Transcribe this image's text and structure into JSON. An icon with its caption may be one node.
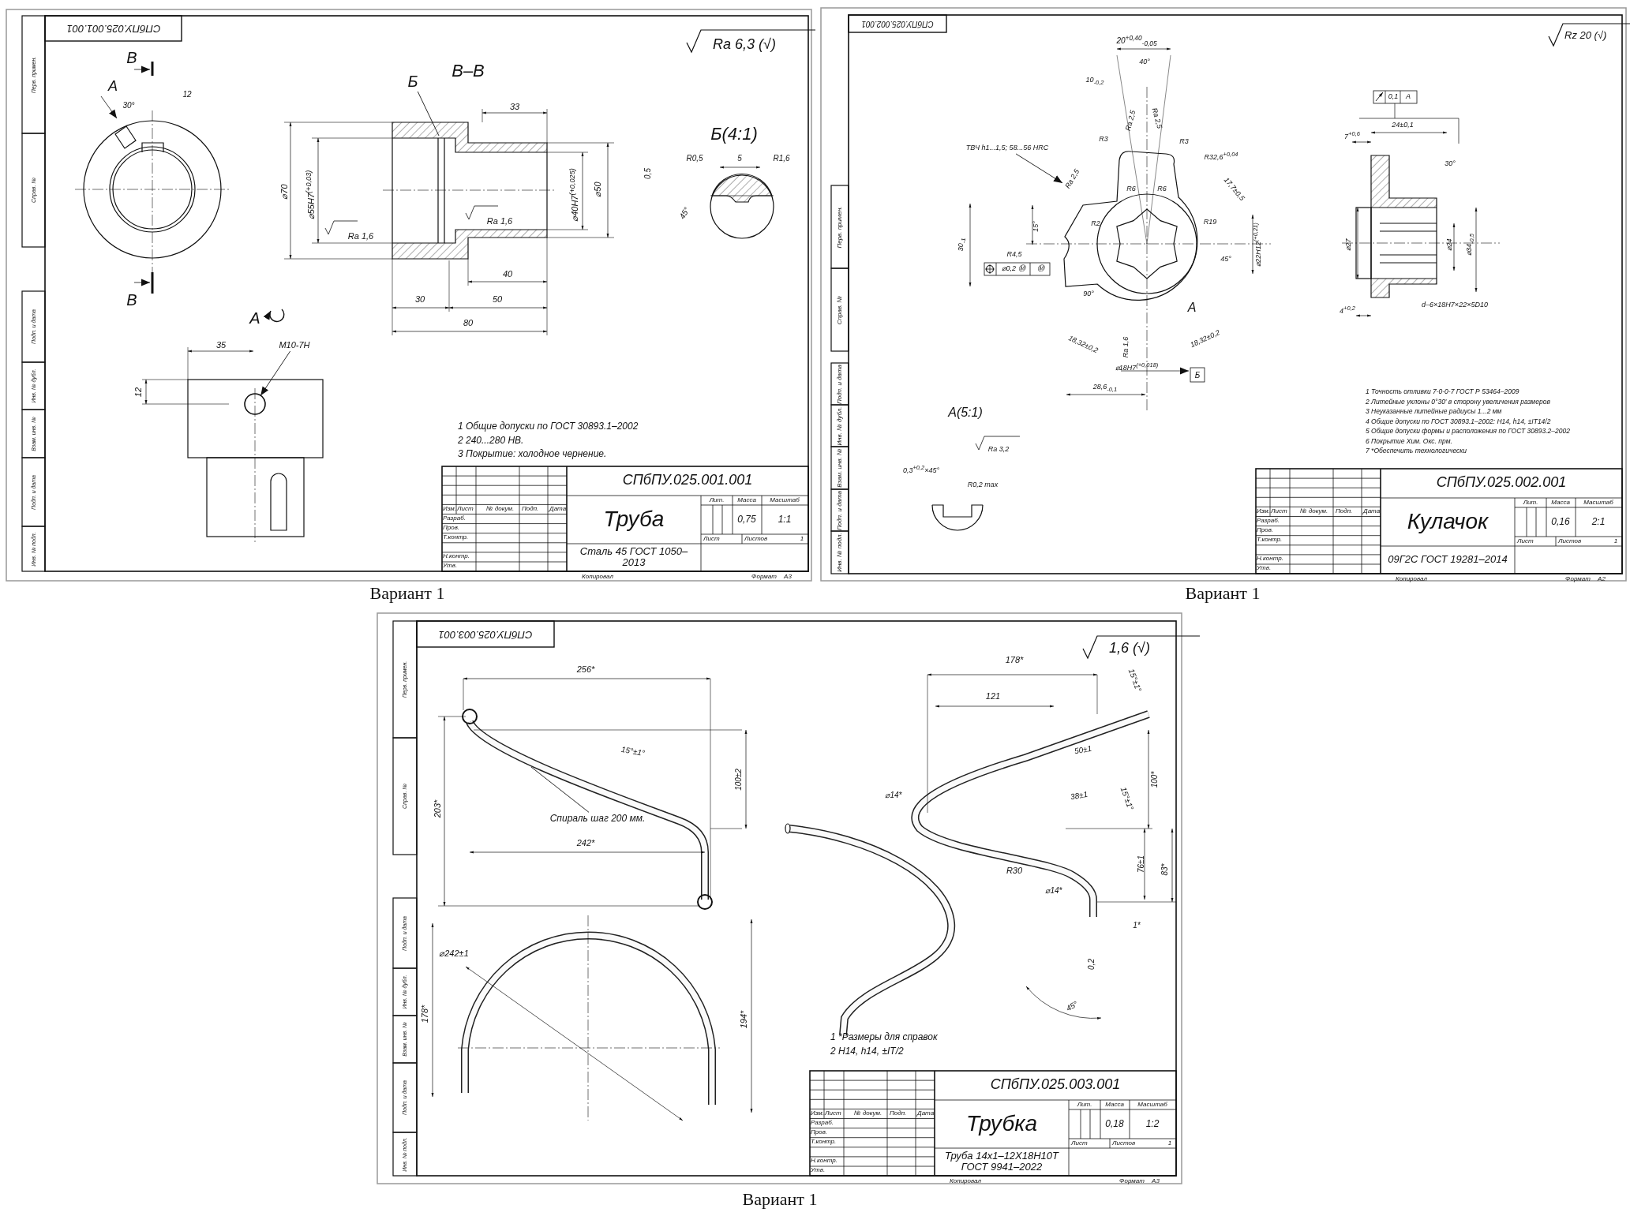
{
  "diagram": {
    "nodes": [
      {
        "text": [
          "M10-7H"
        ]
      },
      {
        "text": [],
        "shape": "circle"
      },
      {
        "text": [
          "ТВЧ h1...1,5; 58...56 HRC"
        ]
      },
      {
        "text": [
          "Спираль шаг 200 мм."
        ]
      },
      {
        "text": [
          "Б"
        ]
      },
      {
        "text": [],
        "shape": "picture"
      }
    ],
    "edges": [
      {
        "from": 0,
        "to": 1,
        "arrow": "to"
      },
      {
        "from": 2,
        "to": 5,
        "arrow": "to"
      },
      {
        "from": 3,
        "to": null,
        "arrow": "none"
      },
      {
        "from": 4,
        "to": null,
        "arrow": "none"
      }
    ],
    "labels": [
      "СПбПУ.025.001.001",
      "Перв. примен.",
      "Справ. №",
      "Подп. и дата",
      "Инв. № дубл.",
      "Взам. инв. №",
      "Подп. и дата",
      "Инв. № подл.",
      "Ra 6,3 (√)",
      "В",
      "А",
      "30°",
      "12",
      "В",
      "В–В",
      "33",
      "Б(4:1)",
      "R0,5",
      "5",
      "R1,6",
      "0,5",
      "45°",
      "⌀70",
      "⌀55H7$^{(+0,03)}$",
      "Ra 1,6",
      "Ra 1,6",
      "⌀40H7$^{(+0,025)}$",
      "⌀50",
      "40",
      "30",
      "50",
      "80",
      "А",
      "35",
      "12",
      "1 Общие допуски по ГОСТ 30893.1–2002",
      "2 240...280 HB.",
      "3 Покрытие: холодное чернение.",
      "СПбПУ.025.001.001",
      "Изм.",
      "Лист",
      "№ докум.",
      "Подп.",
      "Дата",
      "Разраб.",
      "Пров.",
      "Т.контр.",
      "Н.контр.",
      "Утв.",
      "Труба",
      "Лит.",
      "Масса",
      "Масштаб",
      "0,75",
      "1:1",
      "Лист",
      "Листов",
      "1",
      "Сталь 45 ГОСТ 1050–2013",
      "Копировал",
      "Формат",
      "А3",
      "Вариант 1",
      "СПбПУ.025.002.001",
      "Перв. примен.",
      "Справ. №",
      "Подп. и дата",
      "Инв. № дубл.",
      "Взам. инв. №",
      "Подп. и дата",
      "Инв. № подл.",
      "Rz 20 (√)",
      "20$^{+0,40}$$_{-0,05}$",
      "40°",
      "10$_{-0,2}$",
      "Ra 2,5",
      "Ra 2,5",
      "R3",
      "R3",
      "R32,6$^{+0,04}$",
      "Ra 2,5",
      "R6",
      "R6",
      "17,7±0,5",
      "15°",
      "R2",
      "R19",
      "⌀22H12$^{(+0,21)}$",
      "30$_{-1}$",
      "R4,5",
      "⌀0,2 Ⓜ",
      "Ⓜ",
      "45°",
      "90°",
      "А",
      "18,32±0,2",
      "Ra 1,6",
      "18,32±0,2",
      "⌀18H7$^{(+0,018)}$",
      "Б",
      "28,6$_{-0,1}$",
      "А(5:1)",
      "Ra 3,2",
      "0,3$^{+0,2}$×45°",
      "R0,2 max",
      "0,1",
      "А",
      "7$^{+0,6}$",
      "24±0,1",
      "30°",
      "⌀27",
      "⌀24",
      "⌀34$_{-0,5}$",
      "4$^{+0,2}$",
      "d–6×18H7×22×5D10",
      "1 Точность отливки 7-0-0-7 ГОСТ Р 53464–2009",
      "2 Литейные уклоны 0°30' в сторону увеличения размеров",
      "3 Неуказанные литейные радиусы 1...2 мм",
      "4 Общие допуски по ГОСТ 30893.1–2002: H14, h14, ±IT14/2",
      "5 Общие допуски формы и расположения по ГОСТ 30893.2–2002",
      "6 Покрытие Хим. Окс. прм.",
      "7 *Обеспечить технологически",
      "СПбПУ.025.002.001",
      "Изм.",
      "Лист",
      "№ докум.",
      "Подп.",
      "Дата",
      "Разраб.",
      "Пров.",
      "Т.контр.",
      "Н.контр.",
      "Утв.",
      "Кулачок",
      "Лит.",
      "Масса",
      "Масштаб",
      "0,16",
      "2:1",
      "Лист",
      "Листов",
      "1",
      "09Г2С ГОСТ 19281–2014",
      "Копировал",
      "Формат",
      "А2",
      "Вариант 1",
      "СПбПУ.025.003.001",
      "Перв. примен.",
      "Справ. №",
      "Подп. и дата",
      "Инв. № дубл.",
      "Взам. инв. №",
      "Подп. и дата",
      "Инв. № подл.",
      "1,6 (√)",
      "256*",
      "15°±1°",
      "100±2",
      "203*",
      "242*",
      "⌀242±1",
      "178*",
      "194*",
      "178*",
      "15°±1°",
      "121",
      "50±1",
      "100*",
      "⌀14*",
      "38±1",
      "15°±1°",
      "R30",
      "⌀14*",
      "76±1",
      "83*",
      "1*",
      "0,2",
      "45°",
      "1 *Размеры для справок",
      "2 H14, h14, ±IT/2",
      "СПбПУ.025.003.001",
      "Изм.",
      "Лист",
      "№ докум.",
      "Подп.",
      "Дата",
      "Разраб.",
      "Пров.",
      "Т.контр.",
      "Н.контр.",
      "Утв.",
      "Трубка",
      "Лит.",
      "Масса",
      "Масштаб",
      "0,18",
      "1:2",
      "Лист",
      "Листов",
      "1",
      "Труба 14x1–12Х18Н10Т ГОСТ 9941–2022",
      "Копировал",
      "Формат",
      "А3",
      "Вариант 1"
    ]
  }
}
